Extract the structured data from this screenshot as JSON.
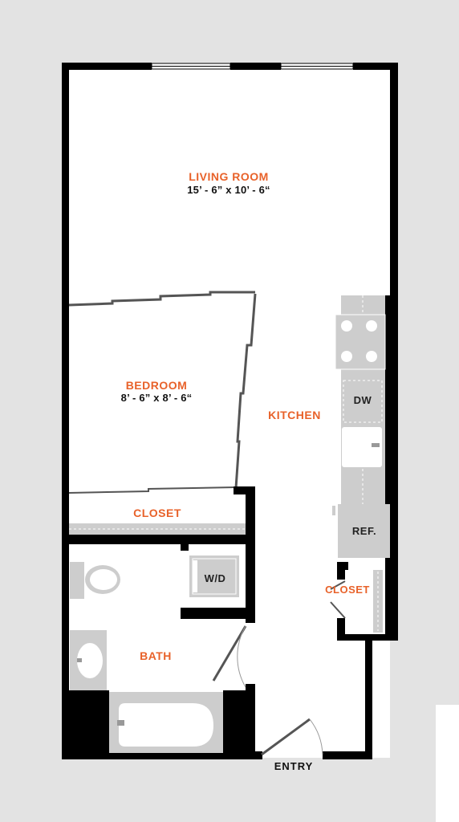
{
  "rooms": {
    "living_room": {
      "name": "LIVING ROOM",
      "dimensions": "15’ - 6” x 10’ - 6“"
    },
    "bedroom": {
      "name": "BEDROOM",
      "dimensions": "8’ - 6” x 8’ - 6“"
    },
    "kitchen": {
      "name": "KITCHEN"
    },
    "closet_bedroom": {
      "name": "CLOSET"
    },
    "closet_kitchen": {
      "name": "CLOSET"
    },
    "bath": {
      "name": "BATH"
    }
  },
  "fixtures": {
    "dishwasher": "DW",
    "refrigerator": "REF.",
    "washer_dryer": "W/D"
  },
  "entry": "ENTRY",
  "colors": {
    "wall": "#000000",
    "background": "#e3e3e3",
    "floor": "#ffffff",
    "fixture": "#cdcdcd",
    "room_label": "#e8622a"
  }
}
